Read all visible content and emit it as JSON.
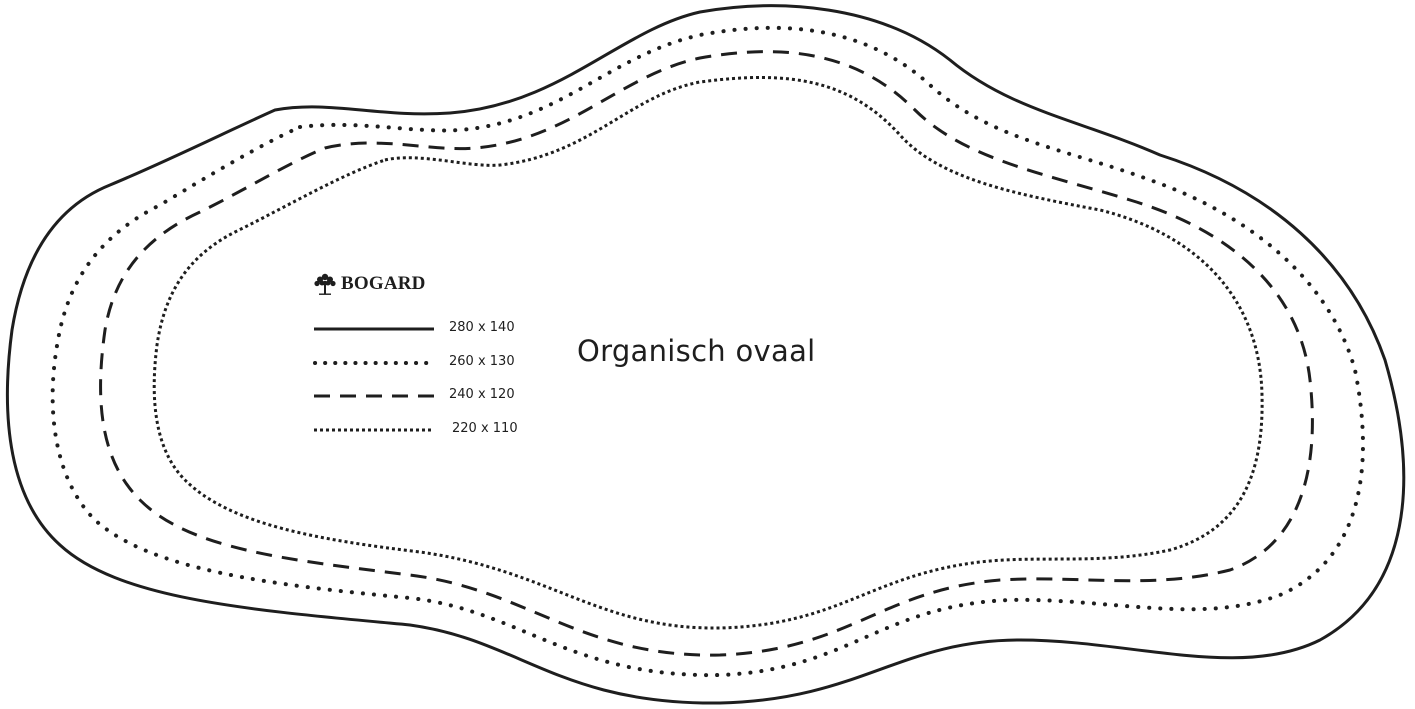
{
  "title": "Organisch ovaal",
  "brand": {
    "name": "BOGARD",
    "icon": "tree-icon"
  },
  "colors": {
    "stroke": "#1e1e1e",
    "background": "#ffffff"
  },
  "legend": [
    {
      "label": "280 x 140",
      "style": "solid"
    },
    {
      "label": "260 x 130",
      "style": "dotted-round"
    },
    {
      "label": "240 x 120",
      "style": "dashed"
    },
    {
      "label": "220 x 110",
      "style": "dotted-dense"
    }
  ]
}
